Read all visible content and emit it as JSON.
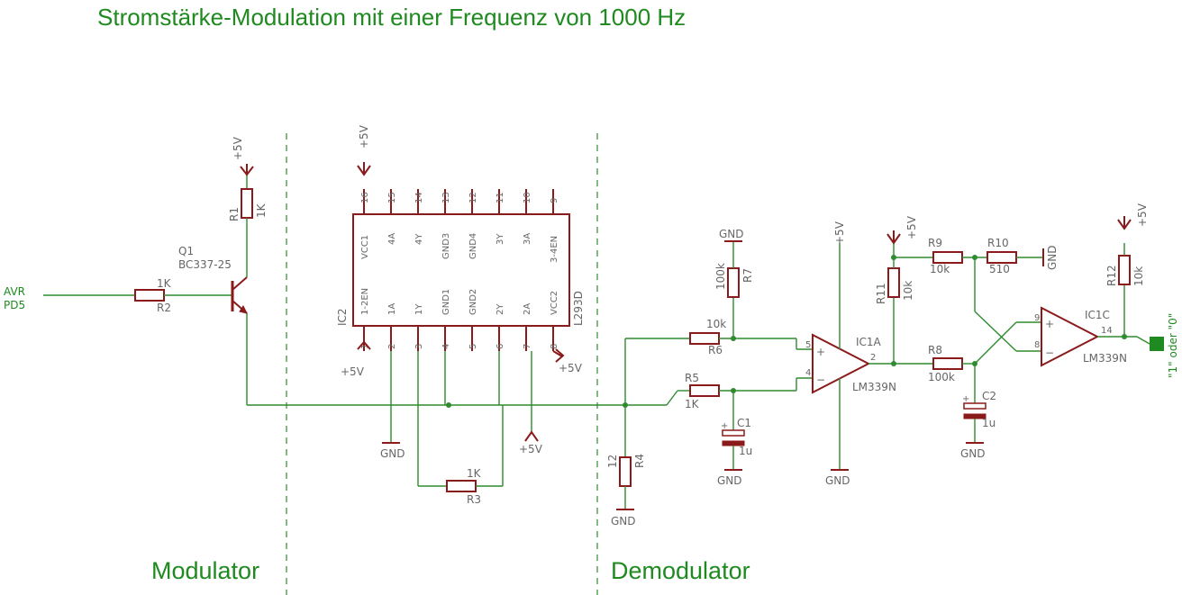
{
  "title": "Stromstärke-Modulation mit einer Frequenz von 1000 Hz",
  "sections": {
    "modulator": "Modulator",
    "demodulator": "Demodulator"
  },
  "input": {
    "line1": "AVR",
    "line2": "PD5"
  },
  "output_label": "\"1\" oder \"0\"",
  "supply": "+5V",
  "ground": "GND",
  "components": {
    "R1": {
      "name": "R1",
      "value": "1K"
    },
    "R2": {
      "name": "R2",
      "value": "1K"
    },
    "R3": {
      "name": "R3",
      "value": "1K"
    },
    "R4": {
      "name": "R4",
      "value": "12"
    },
    "R5": {
      "name": "R5",
      "value": "1K"
    },
    "R6": {
      "name": "R6",
      "value": "10k"
    },
    "R7": {
      "name": "R7",
      "value": "100k"
    },
    "R8": {
      "name": "R8",
      "value": "100k"
    },
    "R9": {
      "name": "R9",
      "value": "10k"
    },
    "R10": {
      "name": "R10",
      "value": "510"
    },
    "R11": {
      "name": "R11",
      "value": "10k"
    },
    "R12": {
      "name": "R12",
      "value": "10k"
    },
    "C1": {
      "name": "C1",
      "value": "1u"
    },
    "C2": {
      "name": "C2",
      "value": "1u"
    },
    "Q1": {
      "name": "Q1",
      "value": "BC337-25"
    },
    "IC2": {
      "name": "IC2",
      "value": "L293D"
    },
    "IC1A": {
      "name": "IC1A",
      "value": "LM339N"
    },
    "IC1C": {
      "name": "IC1C",
      "value": "LM339N"
    }
  },
  "ic2_top_pins": [
    {
      "num": "16",
      "label": "VCC1"
    },
    {
      "num": "15",
      "label": "4A"
    },
    {
      "num": "14",
      "label": "4Y"
    },
    {
      "num": "13",
      "label": "GND3"
    },
    {
      "num": "12",
      "label": "GND4"
    },
    {
      "num": "11",
      "label": "3Y"
    },
    {
      "num": "10",
      "label": "3A"
    },
    {
      "num": "9",
      "label": "3-4EN"
    }
  ],
  "ic2_bottom_pins": [
    {
      "num": "1",
      "label": "1-2EN"
    },
    {
      "num": "2",
      "label": "1A"
    },
    {
      "num": "3",
      "label": "1Y"
    },
    {
      "num": "4",
      "label": "GND1"
    },
    {
      "num": "5",
      "label": "GND2"
    },
    {
      "num": "6",
      "label": "2Y"
    },
    {
      "num": "7",
      "label": "2A"
    },
    {
      "num": "8",
      "label": "VCC2"
    }
  ],
  "opamp_pins": {
    "ic1a": {
      "plus": "5",
      "minus": "4",
      "out": "2",
      "plus_sign": "+",
      "minus_sign": "−"
    },
    "ic1c": {
      "plus": "9",
      "minus": "8",
      "out": "14",
      "plus_sign": "+",
      "minus_sign": "−"
    }
  },
  "cap_polarity": "+"
}
